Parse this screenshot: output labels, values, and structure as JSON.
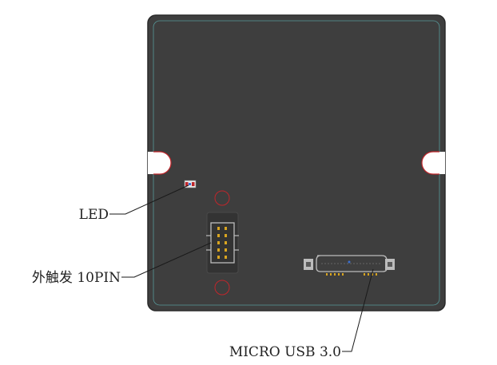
{
  "labels": {
    "led": "LED",
    "trigger": "外触发 10PIN",
    "usb": "MICRO USB 3.0"
  },
  "colors": {
    "board": "#3e3e3e",
    "board_edge": "#2a2a2a",
    "outline_teal": "#5aa7a8",
    "notch_red": "#c0262b",
    "pin_gold": "#d9a520",
    "connector_gray": "#bcbcbc",
    "leader_line": "#1a1a1a"
  }
}
